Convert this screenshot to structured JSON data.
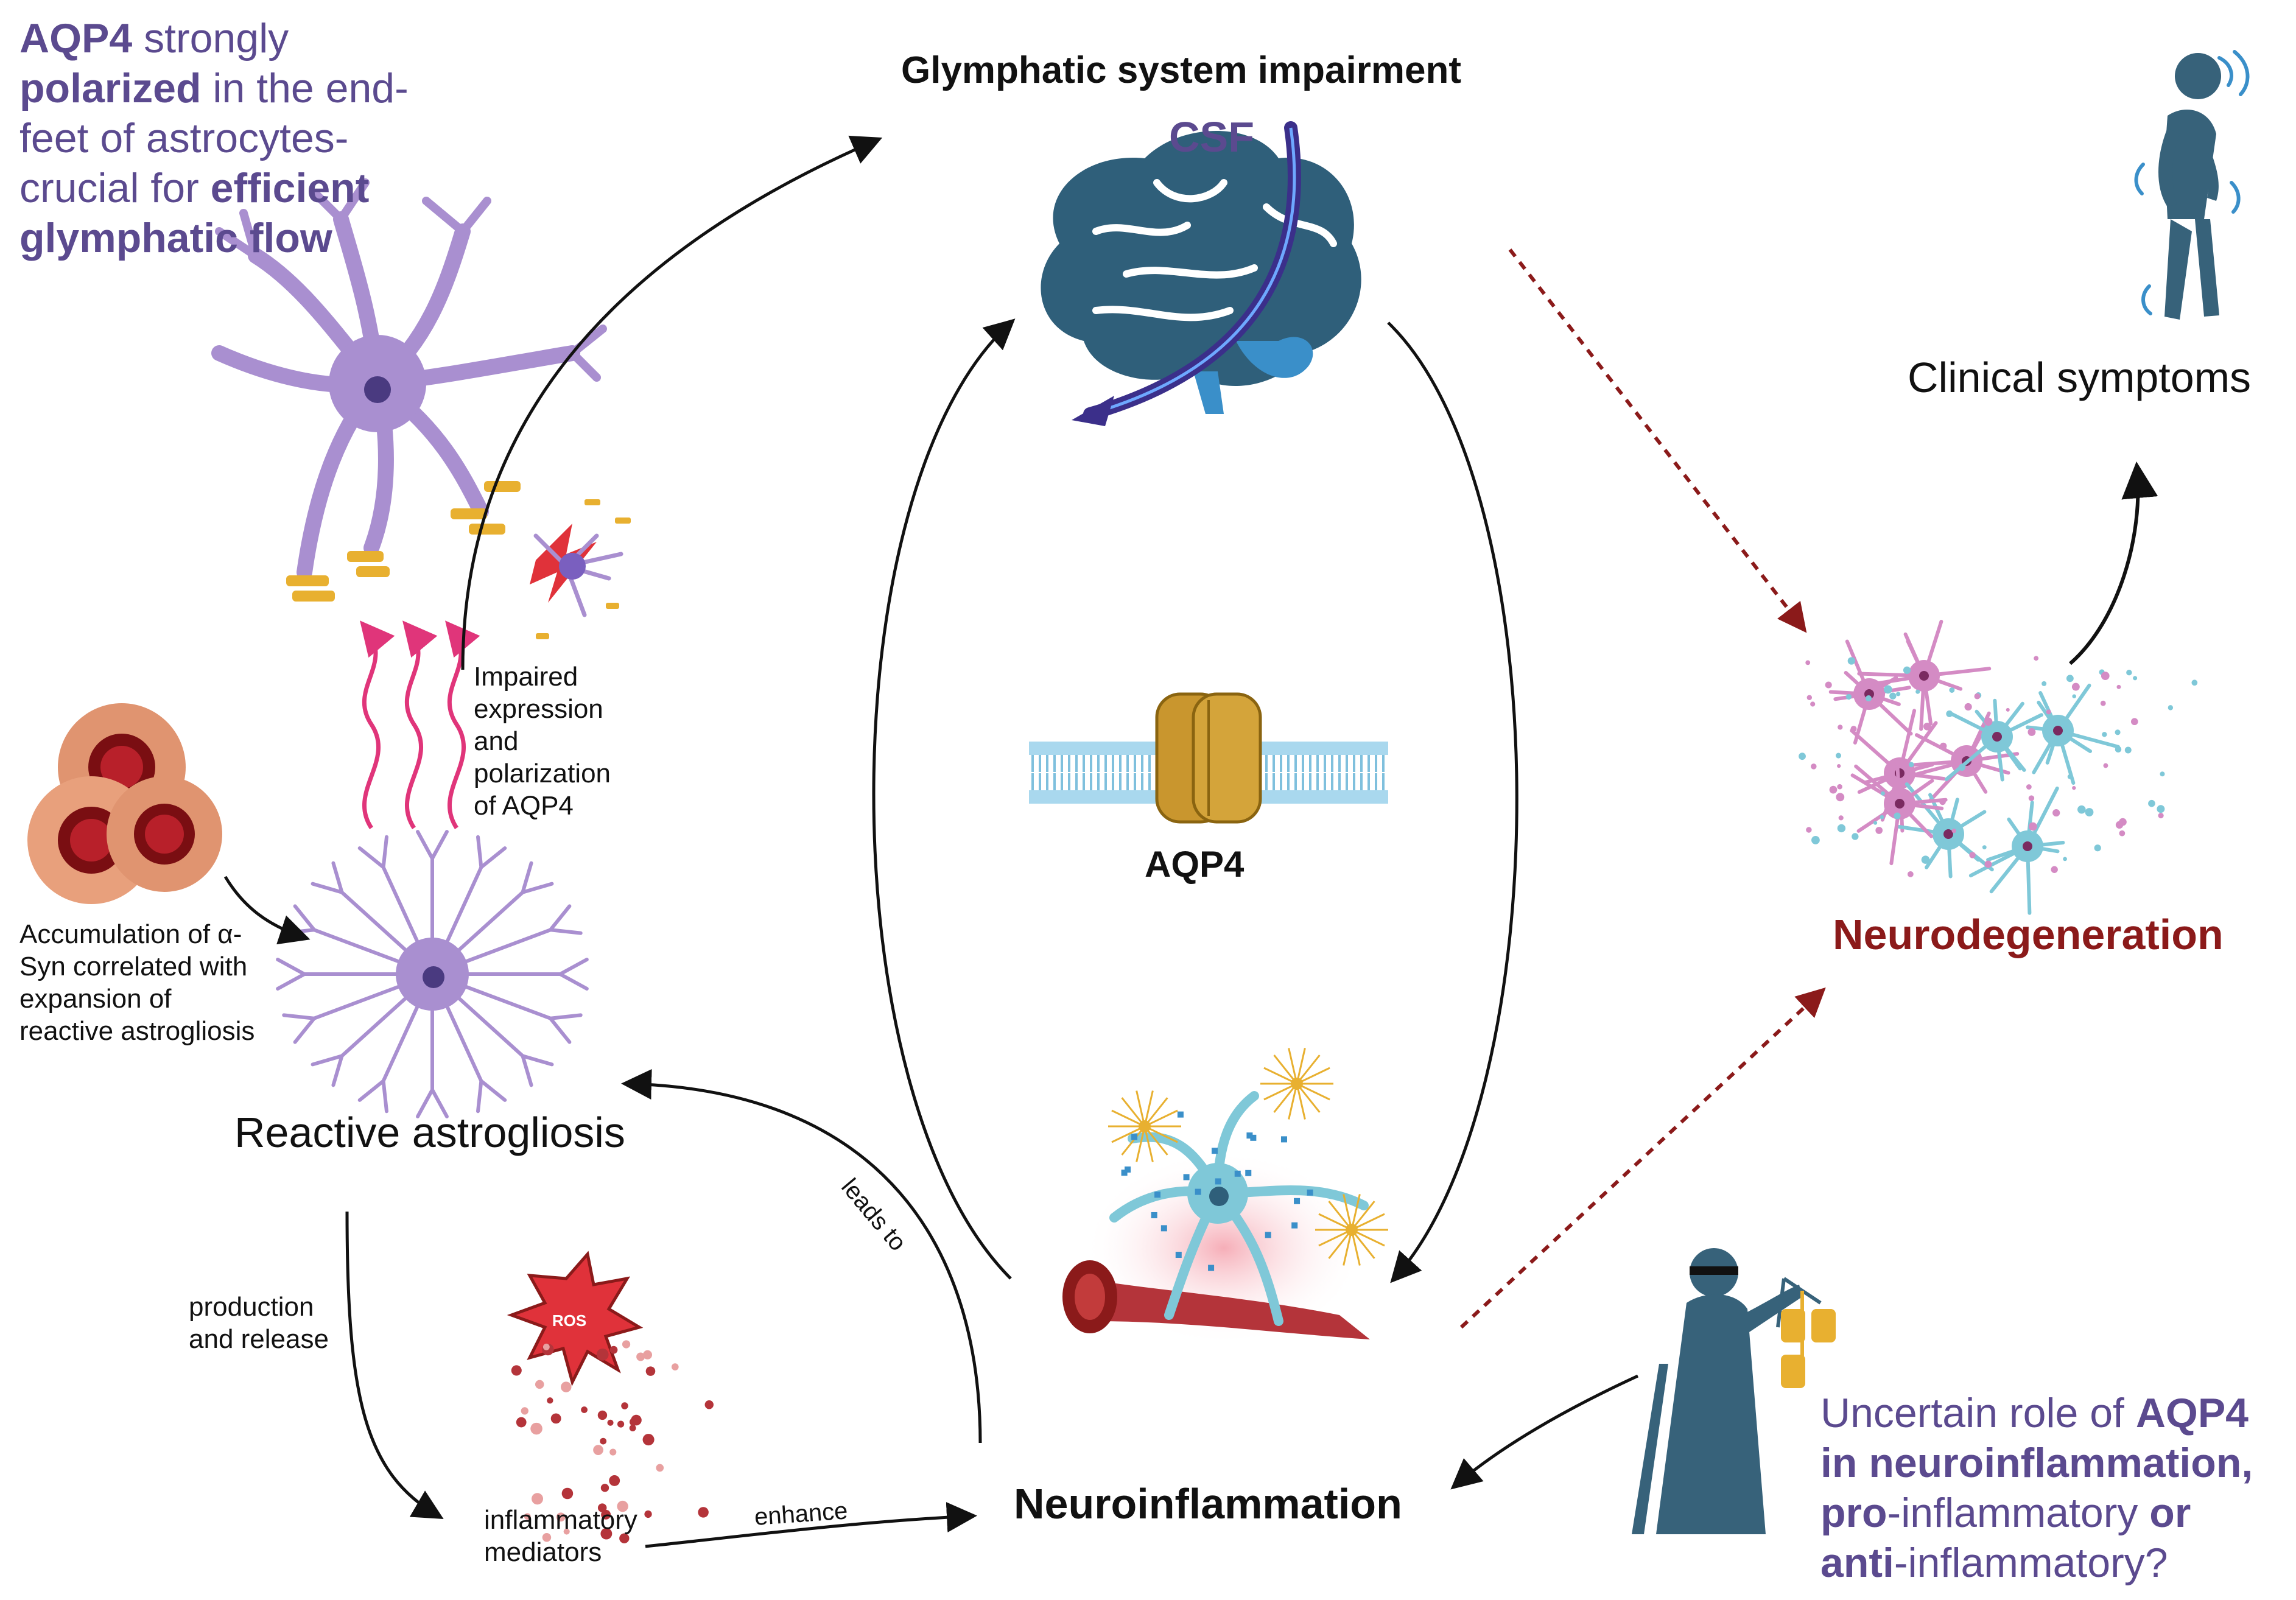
{
  "title": "Glymphatic system impairment",
  "csf_label": "CSF",
  "aqp4_label": "AQP4",
  "clinical_symptoms": "Clinical symptoms",
  "neurodegeneration": "Neurodegeneration",
  "neuroinflammation": "Neuroinflammation",
  "reactive_astrogliosis": "Reactive astrogliosis",
  "ros_label": "ROS",
  "aqp4_polarized_text": {
    "l1_a": "AQP4",
    "l1_b": " strongly",
    "l2_a": "polarized",
    "l2_b": " in the end-",
    "l3": "feet of astrocytes-",
    "l4_a": "crucial for ",
    "l4_b": "efficient",
    "l5": "glymphatic flow"
  },
  "impaired_text": [
    "Impaired",
    "expression",
    "and",
    "polarization",
    "of AQP4"
  ],
  "accumulation_text": [
    "Accumulation of α-",
    "Syn correlated with",
    "expansion of",
    "reactive astrogliosis"
  ],
  "production_text": [
    "production",
    "and release"
  ],
  "mediators_text": [
    "inflammatory",
    "mediators"
  ],
  "enhance_label": "enhance",
  "leads_to_label": "leads to",
  "uncertain_text": {
    "l1_a": "Uncertain role of ",
    "l1_b": "AQP4",
    "l2": "in neuroinflammation,",
    "l3_a": "pro",
    "l3_b": "-inflammatory ",
    "l3_c": "or",
    "l4_a": "anti",
    "l4_b": "-inflammatory?"
  },
  "colors": {
    "purple_text": "#5b4a8f",
    "dark_red": "#8b1a1a",
    "astrocyte": "#a98fd0",
    "brain": "#2f5f7a",
    "aqp4_channel": "#c9962e",
    "membrane": "#a9d8ee",
    "neuron_pink": "#d48bc4",
    "neuron_cyan": "#7fc8d8",
    "figure_dark": "#37627a",
    "arrow_pink": "#e0357a",
    "vessel": "#b4343a"
  }
}
